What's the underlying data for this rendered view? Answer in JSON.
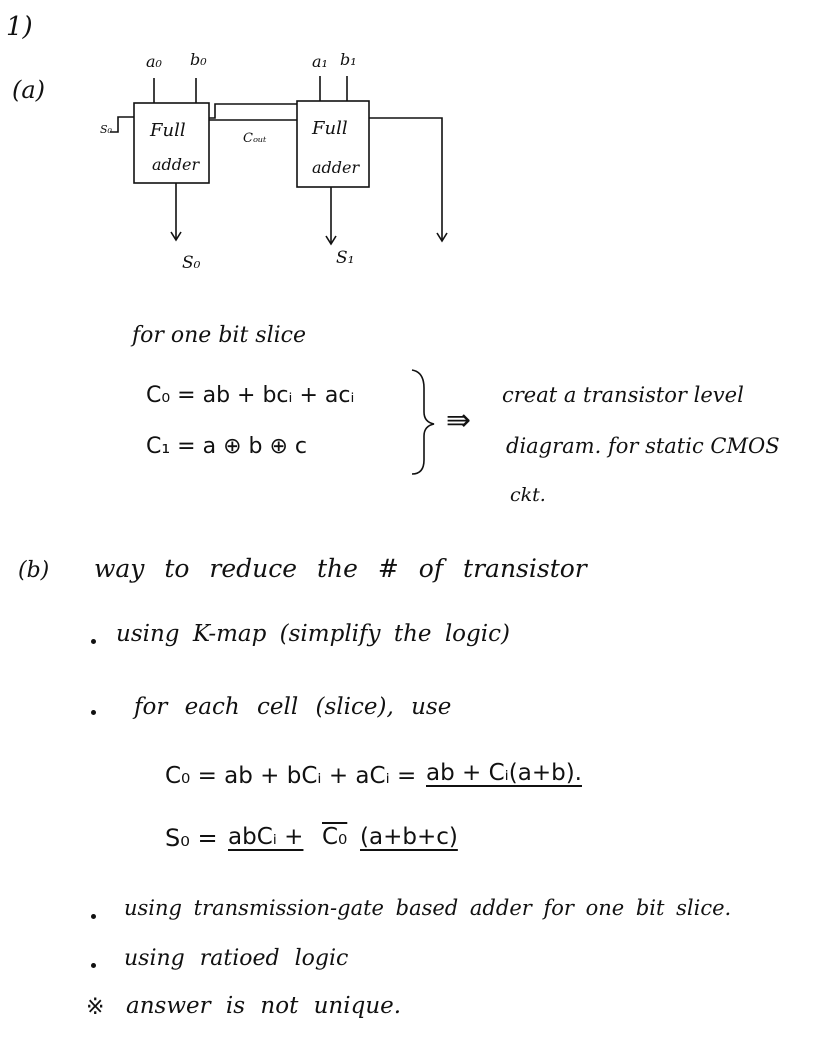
{
  "problem_number": "1)",
  "part_a": {
    "label": "(a)",
    "diagram": {
      "in0_a": "a₀",
      "in0_b": "b₀",
      "in1_a": "a₁",
      "in1_b": "b₁",
      "carry_in_label": "S₀",
      "block0_line1": "Full",
      "block0_line2": "adder",
      "block1_line1": "Full",
      "block1_line2": "adder",
      "carry_mid_label": "Cₒᵤₜ",
      "out0": "S₀",
      "out1": "S₁"
    },
    "slice_title": "for one bit slice",
    "eq1": "C₀ = ab + bcᵢ + acᵢ",
    "eq2": "C₁ = a ⊕ b ⊕ c",
    "implies": "⇛",
    "note_line1": "creat a transistor level",
    "note_line2": "diagram. for static CMOS",
    "note_line3": "ckt."
  },
  "part_b": {
    "label": "(b)",
    "heading": "way to reduce the # of transistor",
    "bullet1": "using K-map (simplify the logic)",
    "bullet2": "for each cell (slice), use",
    "eq_c_left": "C₀ = ab + bCᵢ + aCᵢ =",
    "eq_c_right": "ab + Cᵢ(a+b).",
    "eq_s_left": "S₀ =",
    "eq_s_abc": "abCᵢ +",
    "eq_s_cbar": "C₀",
    "eq_s_rest": "(a+b+c)",
    "bullet3": "using transmission-gate based adder for one bit slice.",
    "bullet4": "using ratioed logic",
    "star": "※",
    "note": "answer is not unique."
  }
}
